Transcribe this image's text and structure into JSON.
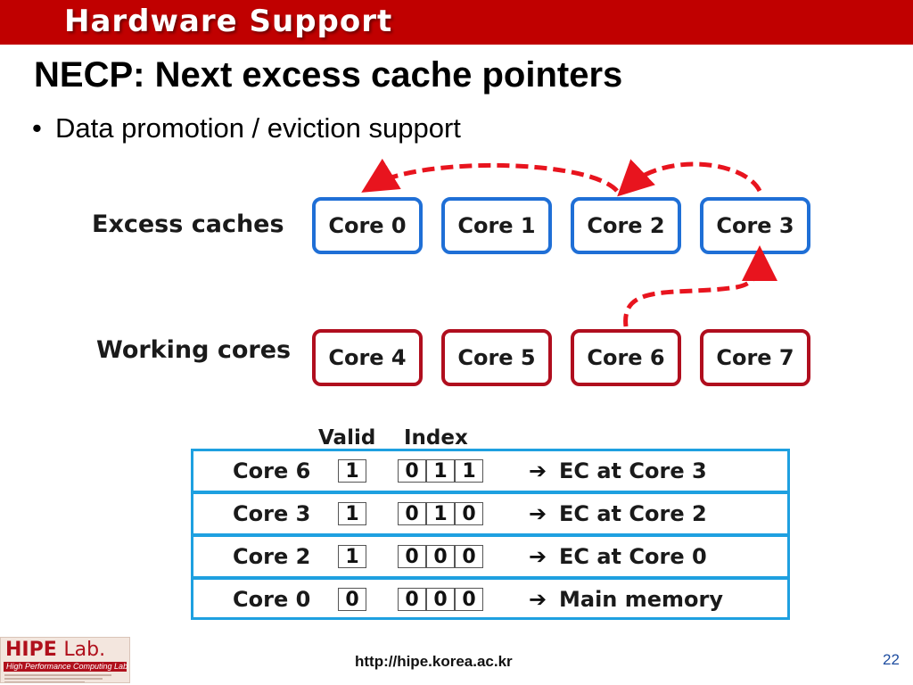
{
  "header": {
    "title": "Hardware Support"
  },
  "slide": {
    "title": "NECP: Next excess cache pointers",
    "bullet": "Data promotion / eviction support"
  },
  "diagram": {
    "excess_label": "Excess caches",
    "working_label": "Working cores",
    "excess_cores": [
      "Core 0",
      "Core 1",
      "Core 2",
      "Core 3"
    ],
    "working_cores": [
      "Core 4",
      "Core 5",
      "Core 6",
      "Core 7"
    ],
    "arrow_color": "#e8141e",
    "excess_border_color": "#1f6fd6",
    "working_border_color": "#b00e1e"
  },
  "table": {
    "valid_header": "Valid",
    "index_header": "Index",
    "rows": [
      {
        "core": "Core 6",
        "valid": "1",
        "index": [
          "0",
          "1",
          "1"
        ],
        "arrow": "➔",
        "result": "EC at Core 3"
      },
      {
        "core": "Core 3",
        "valid": "1",
        "index": [
          "0",
          "1",
          "0"
        ],
        "arrow": "➔",
        "result": "EC at Core 2"
      },
      {
        "core": "Core 2",
        "valid": "1",
        "index": [
          "0",
          "0",
          "0"
        ],
        "arrow": "➔",
        "result": "EC at Core 0"
      },
      {
        "core": "Core 0",
        "valid": "0",
        "index": [
          "0",
          "0",
          "0"
        ],
        "arrow": "➔",
        "result": "Main memory"
      }
    ],
    "border_color": "#1ea0e0"
  },
  "footer": {
    "logo_main": "HIPE",
    "logo_lab": "Lab.",
    "logo_sub": "High Performance Computing Lab",
    "url": "http://hipe.korea.ac.kr",
    "page": "22"
  }
}
